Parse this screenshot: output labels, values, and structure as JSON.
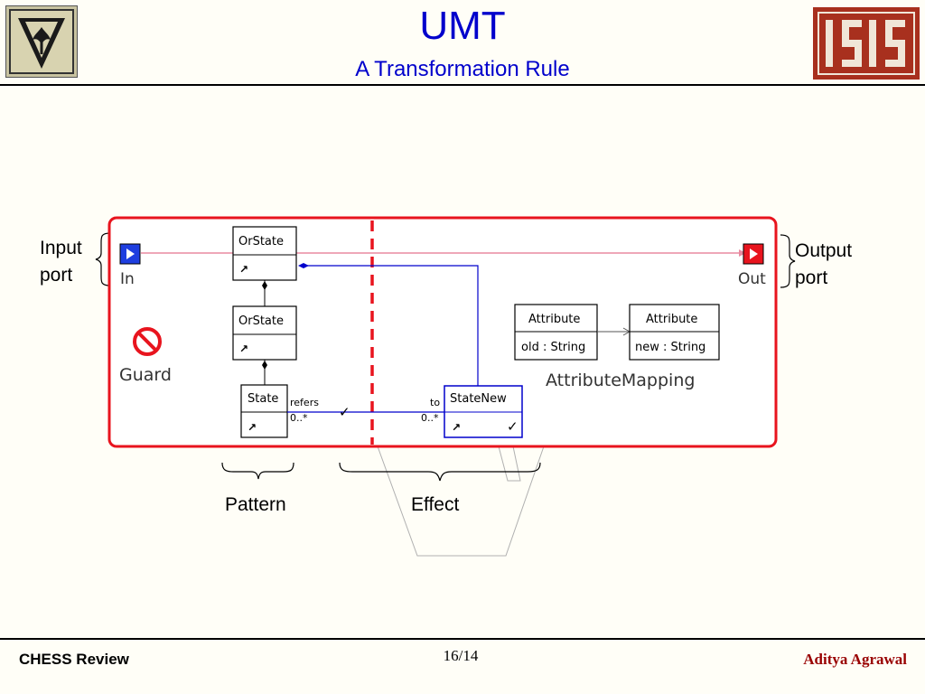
{
  "slide": {
    "title": "UMT",
    "subtitle": "A Transformation Rule"
  },
  "footer": {
    "left": "CHESS Review",
    "center": "16/14",
    "right": "Aditya Agrawal"
  },
  "labels": {
    "input_port": [
      "Input",
      "port"
    ],
    "output_port": [
      "Output",
      "port"
    ],
    "pattern": "Pattern",
    "effect": "Effect"
  },
  "rule": {
    "in_port": "In",
    "out_port": "Out",
    "guard": "Guard",
    "orstate_1": "OrState",
    "orstate_2": "OrState",
    "state": "State",
    "state_new": "StateNew",
    "refers": "refers",
    "refers_mult": "0..*",
    "to": "to",
    "to_mult": "0..*",
    "attr1_title": "Attribute",
    "attr1_body": "old : String",
    "attr2_title": "Attribute",
    "attr2_body": "new : String",
    "attribute_mapping": "AttributeMapping"
  },
  "colors": {
    "title": "#0000cc",
    "rule_border": "#e8141e",
    "connection": "#0000cc",
    "port_line": "#e88aa0",
    "footer_author": "#990000"
  }
}
